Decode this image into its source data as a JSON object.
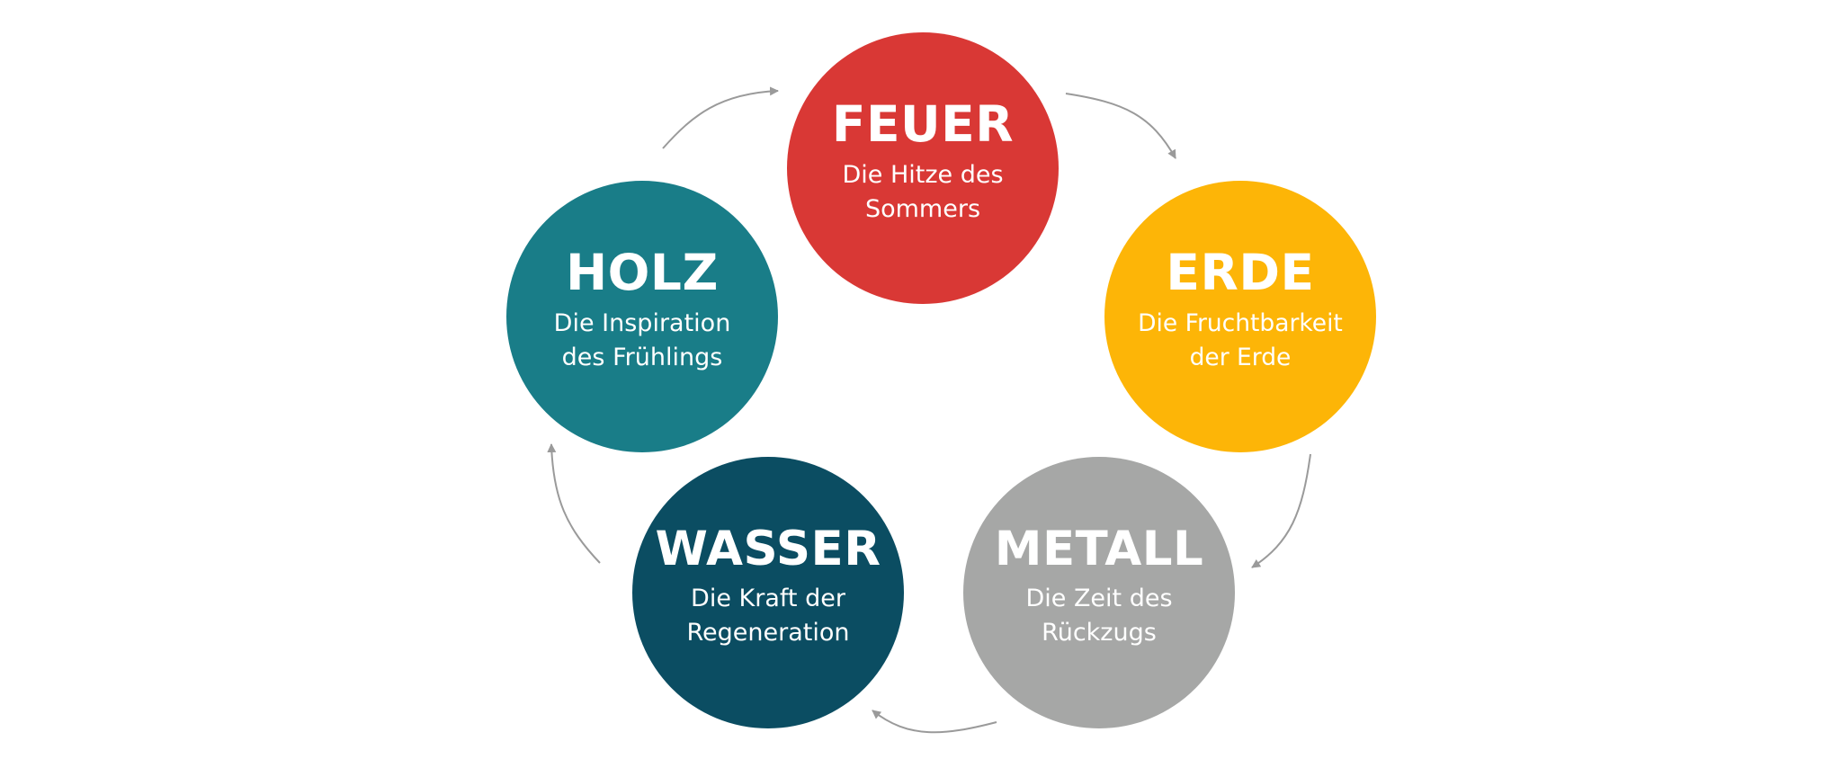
{
  "colors": {
    "fire": "#d93835",
    "earth": "#fdb507",
    "metal": "#a6a7a6",
    "water": "#0b4d62",
    "wood": "#197d88",
    "arrow": "#9a9a9a"
  },
  "elements": {
    "fire": {
      "title": "FEUER",
      "line1": "Die Hitze des",
      "line2": "Sommers"
    },
    "earth": {
      "title": "ERDE",
      "line1": "Die Fruchtbarkeit",
      "line2": "der Erde"
    },
    "metal": {
      "title": "METALL",
      "line1": "Die Zeit des",
      "line2": "Rückzugs"
    },
    "water": {
      "title": "WASSER",
      "line1": "Die Kraft der",
      "line2": "Regeneration"
    },
    "wood": {
      "title": "HOLZ",
      "line1": "Die Inspiration",
      "line2": "des Frühlings"
    }
  }
}
